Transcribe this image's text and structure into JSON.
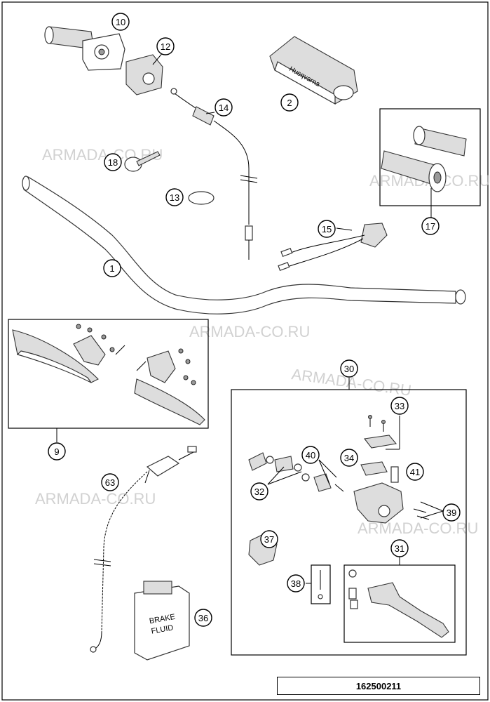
{
  "watermark": "ARMADA-CO.RU",
  "drawing_number": "162500211",
  "bottle_text": [
    "BRAKE",
    "FLUID"
  ],
  "callouts": [
    "10",
    "12",
    "2",
    "14",
    "18",
    "13",
    "17",
    "15",
    "1",
    "9",
    "30",
    "33",
    "40",
    "34",
    "41",
    "32",
    "39",
    "63",
    "37",
    "31",
    "38",
    "36"
  ],
  "brand_mark": "Husqvarna"
}
